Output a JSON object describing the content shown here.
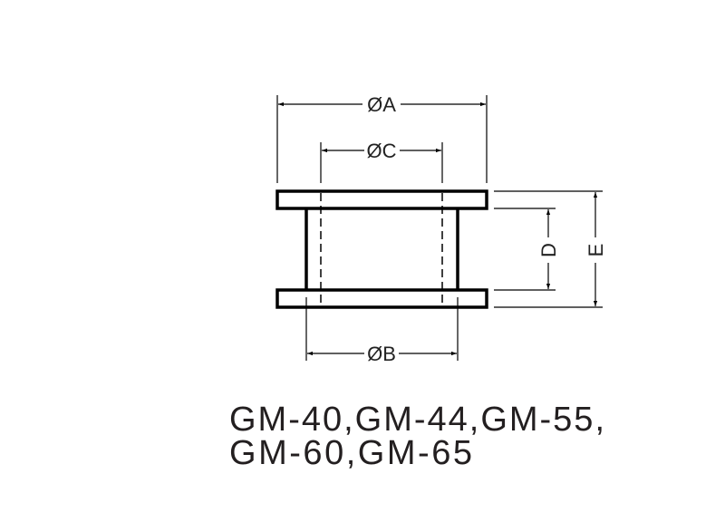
{
  "labels": {
    "dim_a": "ØA",
    "dim_b": "ØB",
    "dim_c": "ØC",
    "dim_d": "D",
    "dim_e": "E"
  },
  "caption": {
    "line1": "GM-40,GM-44,GM-55,",
    "line2": "GM-60,GM-65"
  },
  "colors": {
    "ink": "#000000",
    "text": "#231f20"
  }
}
